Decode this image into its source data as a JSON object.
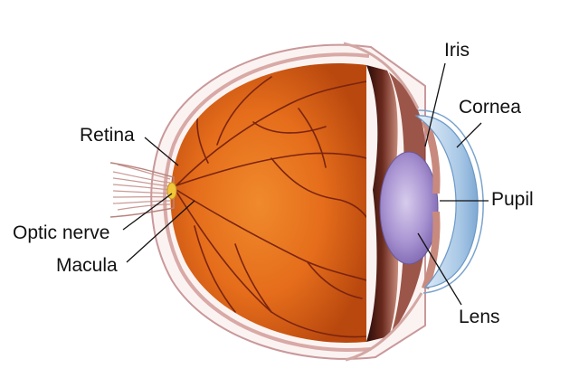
{
  "diagram": {
    "labels": {
      "retina": "Retina",
      "optic_nerve": "Optic nerve",
      "macula": "Macula",
      "iris": "Iris",
      "cornea": "Cornea",
      "pupil": "Pupil",
      "lens": "Lens"
    }
  }
}
